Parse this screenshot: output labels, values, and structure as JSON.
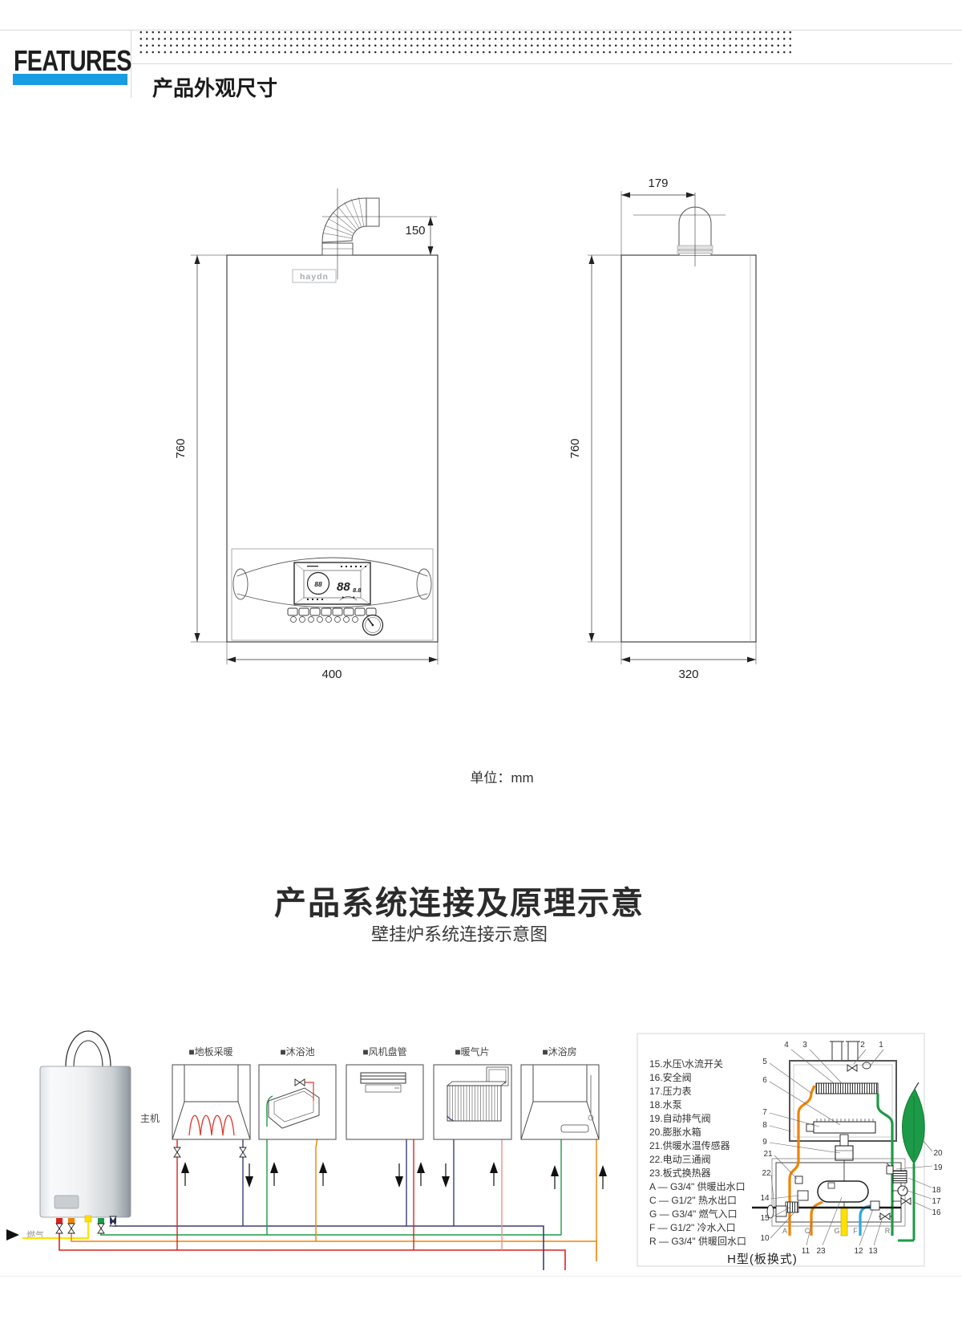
{
  "header": {
    "features": "FEATURES",
    "section_title": "产品外观尺寸"
  },
  "front_view": {
    "logo": "haydn",
    "dim_flue": "150",
    "dim_height": "760",
    "dim_width": "400",
    "lcd_dial": "88",
    "lcd_temp": "88",
    "lcd_temp_sub": "8.8"
  },
  "side_view": {
    "dim_top": "179",
    "dim_height": "760",
    "dim_width": "320"
  },
  "unit_note": "单位：mm",
  "section2": {
    "title": "产品系统连接及原理示意",
    "subtitle": "壁挂炉系统连接示意图"
  },
  "system": {
    "main_unit": "主机",
    "gas": "燃气",
    "appliances": [
      "■地板采暖",
      "■沐浴池",
      "■风机盘管",
      "■暖气片",
      "■沐浴房"
    ],
    "legend": [
      "15.水压\\水流开关",
      "16.安全阀",
      "17.压力表",
      "18.水泵",
      "19.自动排气阀",
      "20.膨胀水箱",
      "21.供暖水温传感器",
      "22.电动三通阀",
      "23.板式换热器",
      "A — G3/4\" 供暖出水口",
      "C — G1/2\" 热水出口",
      "G — G3/4\" 燃气入口",
      "F — G1/2\" 冷水入口",
      "R — G3/4\" 供暖回水口"
    ],
    "caption": "H型(板换式)",
    "callouts": {
      "c1": "1",
      "c2": "2",
      "c3": "3",
      "c4": "4",
      "c5": "5",
      "c6": "6",
      "c7": "7",
      "c8": "8",
      "c9": "9",
      "c10": "10",
      "c11": "11",
      "c12": "12",
      "c13": "13",
      "c14": "14",
      "c15": "15",
      "c16": "16",
      "c17": "17",
      "c18": "18",
      "c19": "19",
      "c20": "20",
      "c21": "21",
      "c22": "22",
      "c23": "23"
    },
    "ports": [
      "A",
      "C",
      "G",
      "F",
      "R"
    ]
  },
  "colors": {
    "accent_blue": "#189ce2",
    "pipe_red": "#d8241f",
    "pipe_orange": "#f08300",
    "pipe_yellow": "#ffe100",
    "pipe_green": "#1d9a48",
    "pipe_navy": "#3c3f77",
    "pipe_blue": "#2ea7e0",
    "pipe_pink": "#f0908b"
  }
}
